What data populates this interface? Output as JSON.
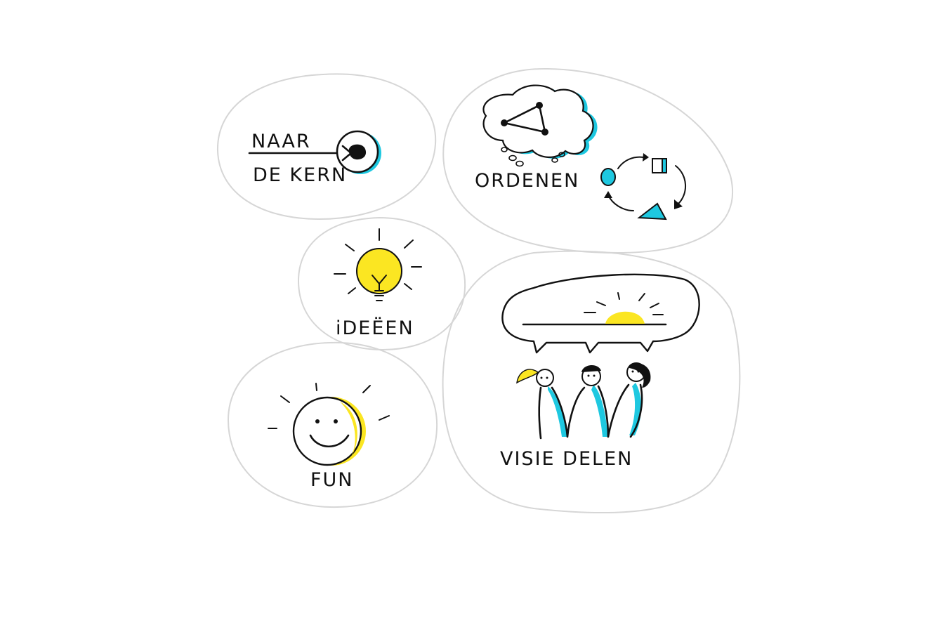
{
  "colors": {
    "accent_cyan": "#1ec8e0",
    "accent_yellow": "#fbe622",
    "ink": "#111111",
    "bubble_outline": "#d6d6d6"
  },
  "labels": {
    "naar": "NAAR",
    "de_kern": "DE KERN",
    "ordenen": "ORDENEN",
    "ideeen": "iDEËEN",
    "fun": "FUN",
    "visie_delen": "VISIE DELEN"
  }
}
